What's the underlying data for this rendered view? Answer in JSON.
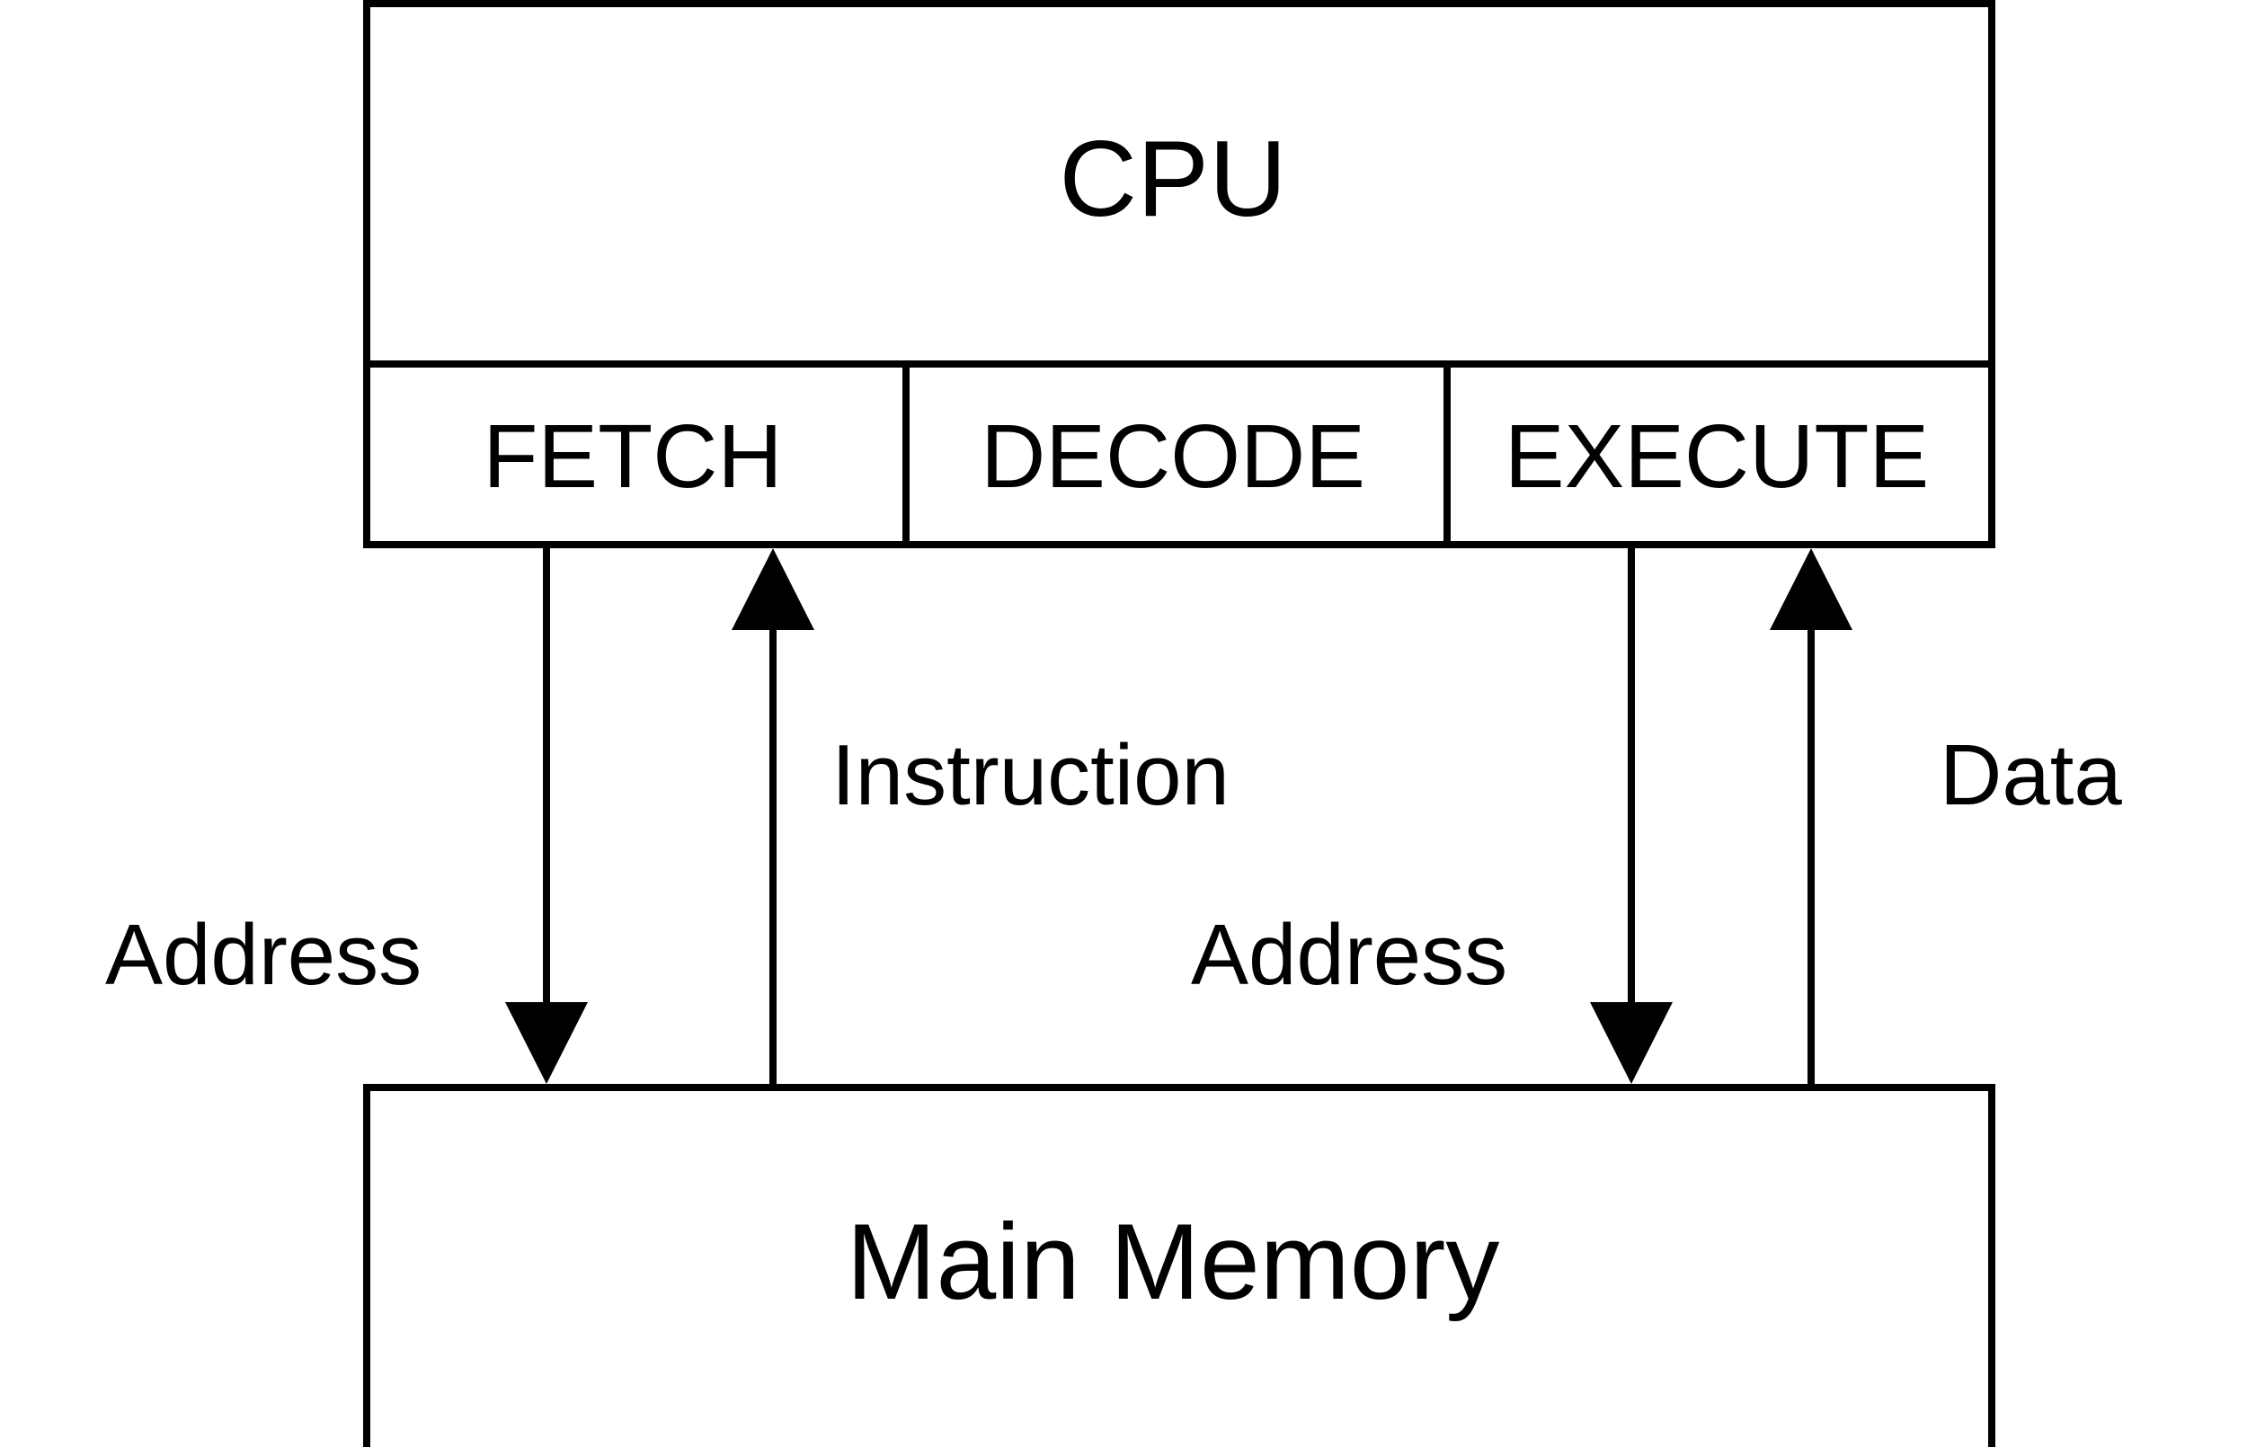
{
  "diagram": {
    "cpu_label": "CPU",
    "stages": {
      "fetch": "FETCH",
      "decode": "DECODE",
      "execute": "EXECUTE"
    },
    "memory_label": "Main Memory",
    "edges": {
      "fetch_address": "Address",
      "instruction": "Instruction",
      "execute_address": "Address",
      "data": "Data"
    }
  },
  "colors": {
    "stroke": "#000000",
    "background": "#ffffff"
  }
}
